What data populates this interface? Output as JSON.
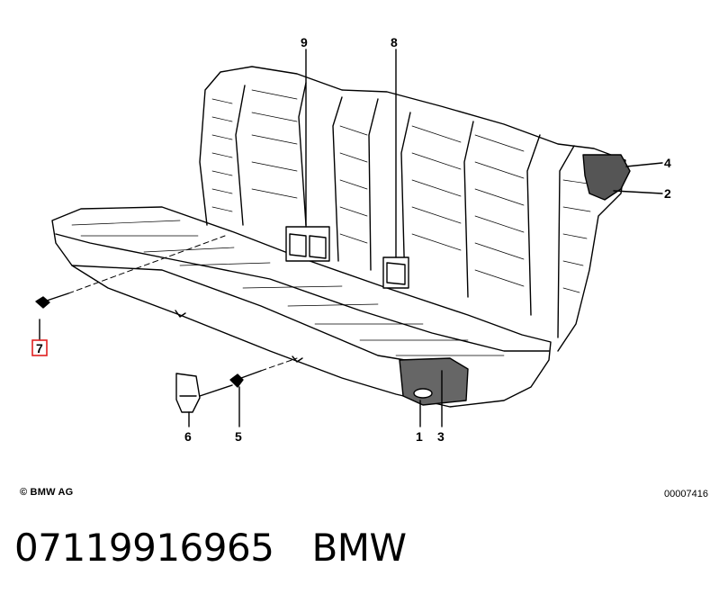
{
  "diagram": {
    "callouts": [
      {
        "id": "9",
        "label": "9"
      },
      {
        "id": "8",
        "label": "8"
      },
      {
        "id": "4",
        "label": "4"
      },
      {
        "id": "2",
        "label": "2"
      },
      {
        "id": "7",
        "label": "7",
        "highlighted": true
      },
      {
        "id": "6",
        "label": "6"
      },
      {
        "id": "5",
        "label": "5"
      },
      {
        "id": "1",
        "label": "1"
      },
      {
        "id": "3",
        "label": "3"
      }
    ],
    "highlight_color": "#e02020",
    "copyright": "© BMW AG",
    "reference_code": "00007416"
  },
  "part": {
    "number": "07119916965",
    "brand": "BMW"
  }
}
